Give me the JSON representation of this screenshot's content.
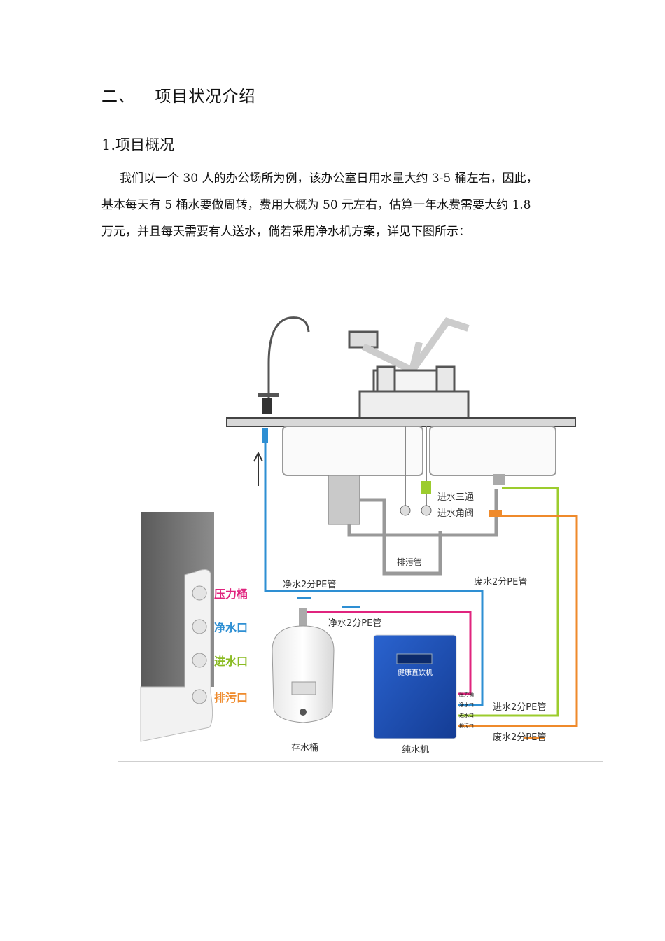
{
  "section": {
    "number": "二、",
    "title": "项目状况介绍"
  },
  "subsection": {
    "title": "1.项目概况"
  },
  "paragraph": {
    "lines": [
      "我们以一个 30 人的办公场所为例，该办公室日用水量大约 3-5 桶左右，因此，",
      "基本每天有 5 桶水要做周转，费用大概为 50 元左右，估算一年水费需要大约 1.8",
      "万元，并且每天需要有人送水，倘若采用净水机方案，详见下图所示："
    ]
  },
  "diagram": {
    "ports": {
      "pressure": "压力桶",
      "clean": "净水口",
      "inlet": "进水口",
      "drain": "排污口"
    },
    "labels": {
      "tee": "进水三通",
      "angle_valve": "进水角阀",
      "drain_pipe": "排污管",
      "clean_pipe_1": "净水2分PE管",
      "clean_pipe_2": "净水2分PE管",
      "waste_pipe_top": "废水2分PE管",
      "inlet_pipe": "进水2分PE管",
      "waste_pipe_bottom": "废水2分PE管",
      "tank": "存水桶",
      "purifier": "纯水机",
      "purifier_brand": "健康直饮机",
      "purifier_ports": [
        "压力桶",
        "净水口",
        "进水口",
        "排污口"
      ]
    },
    "colors": {
      "clean": "#2e8fd3",
      "pressure": "#e0247e",
      "inlet": "#9ccc2e",
      "waste": "#ef8a2b",
      "purifier_body": "#1f4fb5"
    }
  }
}
